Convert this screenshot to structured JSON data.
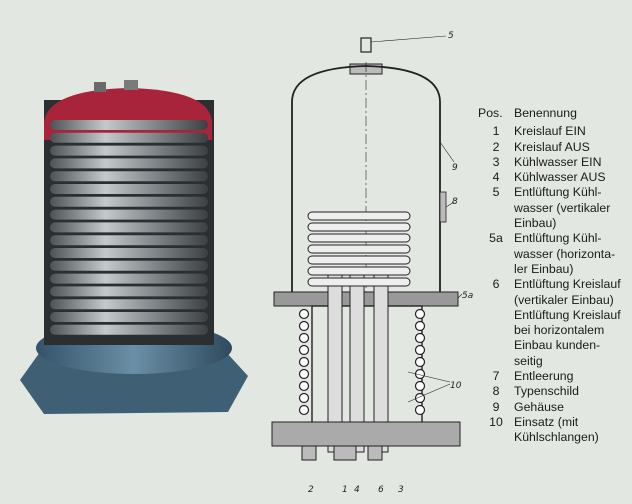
{
  "legend": {
    "header": {
      "pos": "Pos.",
      "name": "Benennung"
    },
    "items": [
      {
        "pos": "1",
        "name": "Kreislauf EIN"
      },
      {
        "pos": "2",
        "name": "Kreislauf AUS"
      },
      {
        "pos": "3",
        "name": "Kühlwasser EIN"
      },
      {
        "pos": "4",
        "name": "Kühlwasser AUS"
      },
      {
        "pos": "5",
        "name": "Entlüftung Kühl-\nwasser (vertikaler\nEinbau)"
      },
      {
        "pos": "5a",
        "name": "Entlüftung Kühl-\nwasser (horizonta-\nler Einbau)"
      },
      {
        "pos": "6",
        "name": "Entlüftung Kreislauf\n(vertikaler Einbau)\nEntlüftung Kreislauf\nbei horizontalem\nEinbau kunden-\nseitig"
      },
      {
        "pos": "7",
        "name": "Entleerung"
      },
      {
        "pos": "8",
        "name": "Typenschild"
      },
      {
        "pos": "9",
        "name": "Gehäuse"
      },
      {
        "pos": "10",
        "name": "Einsatz (mit\nKühlschlangen)"
      }
    ]
  },
  "callouts": {
    "c5": "5",
    "c9": "9",
    "c8": "8",
    "c5a": "5a",
    "c10": "10",
    "c2": "2",
    "c1": "1",
    "c4": "4",
    "c6": "6",
    "c3": "3"
  },
  "colors": {
    "background": "#e3e7e1",
    "base_blue": "#4a6f88",
    "dome_red": "#a8243a",
    "coil_steel": "#9aa0a3"
  }
}
